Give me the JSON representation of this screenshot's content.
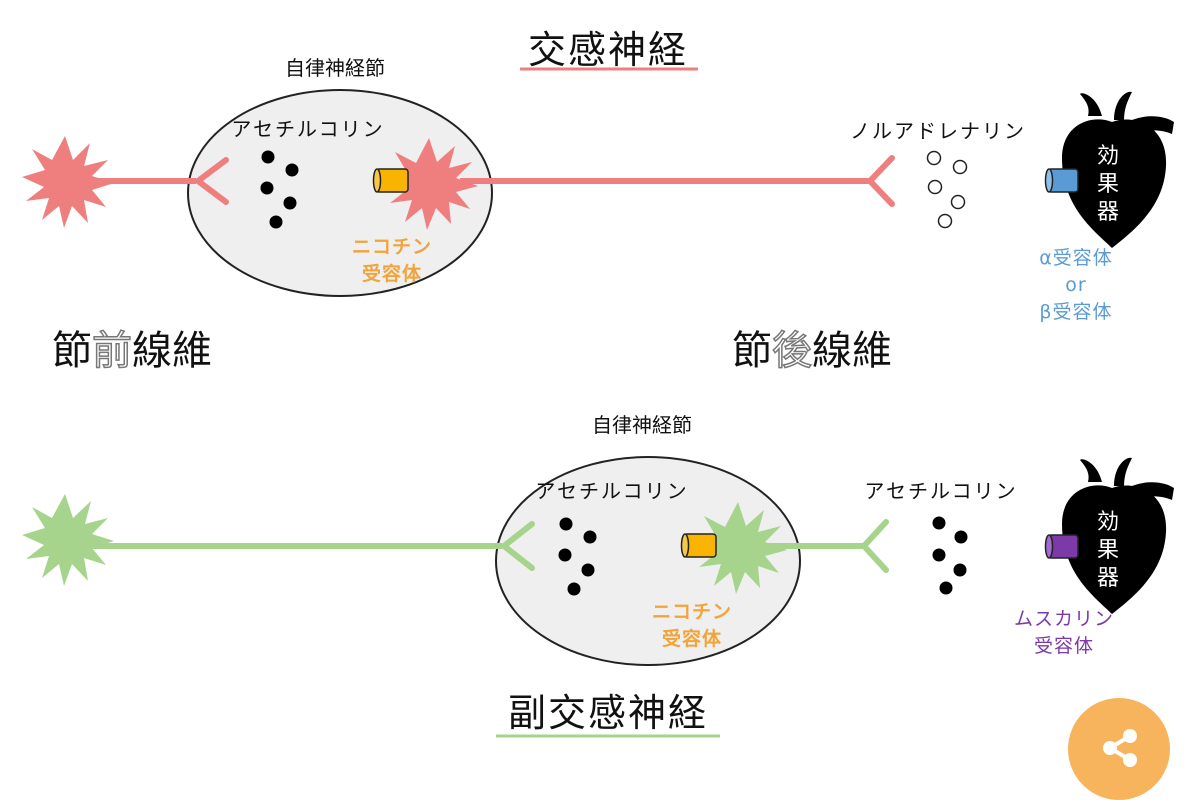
{
  "sympathetic": {
    "title": "交感神経",
    "ganglion_label": "自律神経節",
    "pre_transmitter": "アセチルコリン",
    "nicotinic": [
      "ニコチン",
      "受容体"
    ],
    "post_transmitter": "ノルアドレナリン",
    "effector": [
      "効",
      "果",
      "器"
    ],
    "receptor": [
      "α受容体",
      "or",
      "β受容体"
    ],
    "pre_fiber": {
      "a": "節",
      "b": "前",
      "c": "線維"
    },
    "post_fiber": {
      "a": "節",
      "b": "後",
      "c": "線維"
    },
    "color": "#ef7f7f"
  },
  "parasympathetic": {
    "title": "副交感神経",
    "ganglion_label": "自律神経節",
    "pre_transmitter": "アセチルコリン",
    "nicotinic": [
      "ニコチン",
      "受容体"
    ],
    "post_transmitter": "アセチルコリン",
    "effector": [
      "効",
      "果",
      "器"
    ],
    "receptor": [
      "ムスカリン",
      "受容体"
    ],
    "color": "#a6d48c"
  },
  "colors": {
    "nicotinic": "#f2a33a",
    "alpha_beta": "#5b9bd5",
    "muscarinic": "#7b3aa8",
    "share": "#f8b45c"
  },
  "share_icon": "share-icon"
}
